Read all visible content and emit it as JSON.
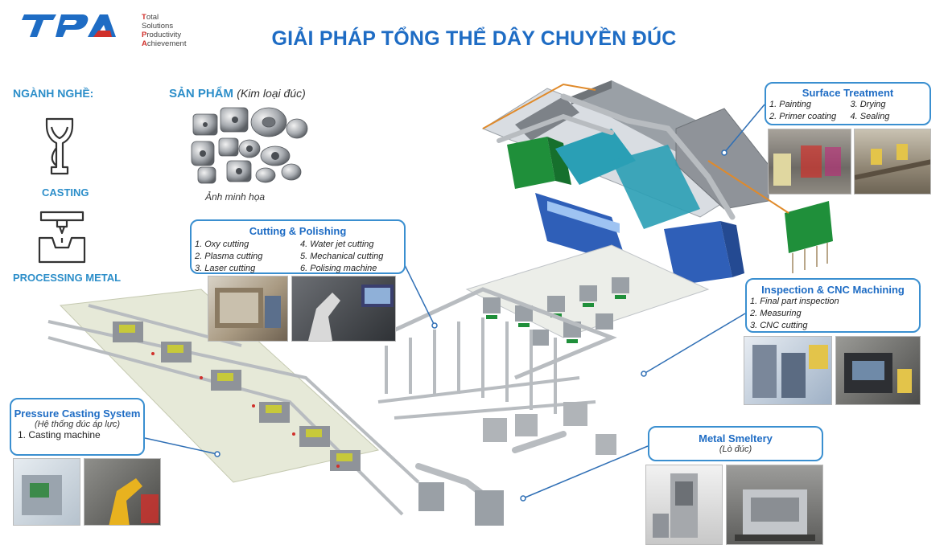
{
  "header": {
    "logo_text": "TPA",
    "tagline": [
      {
        "initial": "T",
        "rest": "otal Solutions"
      },
      {
        "initial": "P",
        "rest": "roductivity"
      },
      {
        "initial": "A",
        "rest": "chievement"
      }
    ],
    "title": "GIẢI PHÁP TỔNG THỂ DÂY CHUYỀN ĐÚC"
  },
  "industry": {
    "label": "NGÀNH NGHỀ:",
    "items": [
      {
        "label": "CASTING",
        "icon": "ladle-icon"
      },
      {
        "label": "PROCESSING METAL",
        "icon": "press-icon"
      }
    ]
  },
  "products": {
    "title": "SẢN PHẨM",
    "subtitle": "(Kim loại đúc)",
    "caption": "Ảnh minh họa"
  },
  "sections": {
    "cutting": {
      "title": "Cutting & Polishing",
      "items": [
        "1.  Oxy cutting",
        "4. Water jet cutting",
        "2.  Plasma cutting",
        "5. Mechanical cutting",
        "3.  Laser cutting",
        "6. Polising machine"
      ]
    },
    "surface": {
      "title": "Surface Treatment",
      "items": [
        "1.  Painting",
        "3. Drying",
        "2.  Primer coating",
        "4. Sealing"
      ]
    },
    "inspection": {
      "title": "Inspection & CNC Machining",
      "items": [
        "1.  Final part inspection",
        "2.  Measuring",
        "3.  CNC cutting"
      ]
    },
    "pressure": {
      "title": "Pressure Casting System",
      "subtitle": "(Hệ thống đúc áp lực)",
      "items": [
        "1.  Casting machine"
      ]
    },
    "smelter": {
      "title": "Metal Smeltery",
      "subtitle": "(Lò đúc)"
    }
  },
  "colors": {
    "brand_blue": "#1e6cc4",
    "label_blue": "#2c8ec9",
    "accent_red": "#d0302b",
    "machine_green": "#1f8f3a",
    "machine_blue": "#2f5fb8",
    "machine_teal": "#2a9fb5",
    "machine_gray": "#8f9399",
    "line_color": "#2f6fb5"
  }
}
